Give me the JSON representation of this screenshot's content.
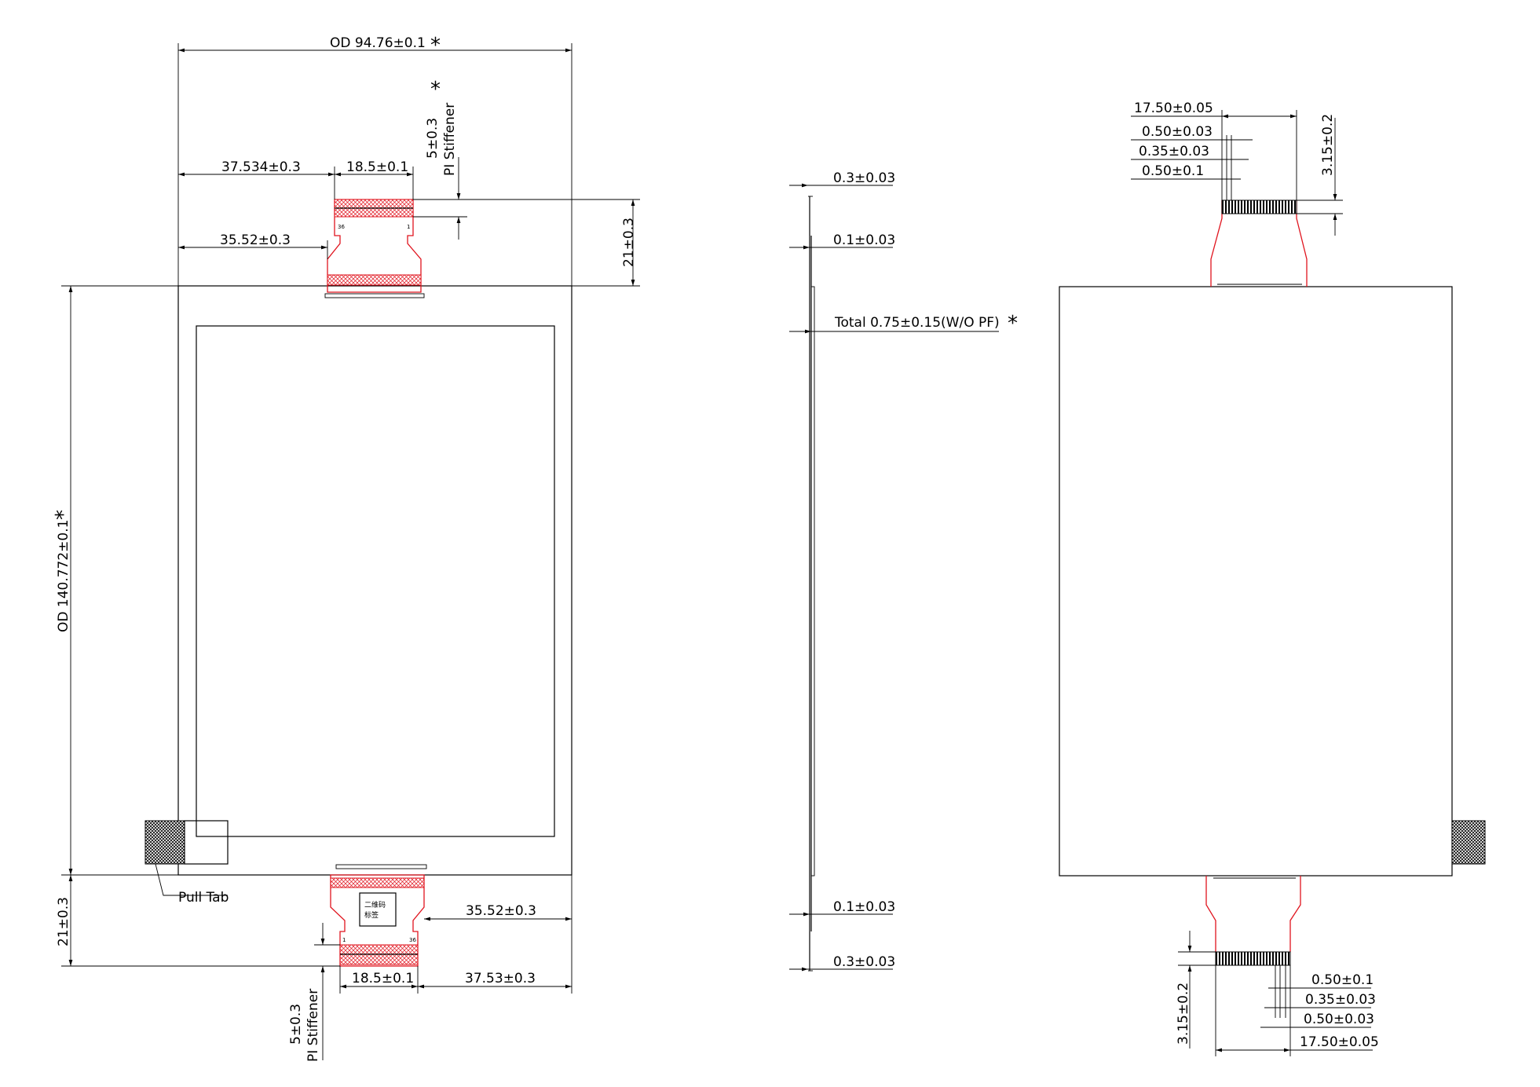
{
  "front_view": {
    "od_width": "OD 94.76±0.1",
    "od_height": "OD 140.772±0.1",
    "top_left_offset": "37.534±0.3",
    "top_fpc_width": "18.5±0.1",
    "top_stiffener_offset": "35.52±0.3",
    "top_stiffener_length": "5±0.3",
    "top_stiffener_label": "PI Stiffener",
    "top_fpc_length": "21±0.3",
    "pin_label_left": "36",
    "pin_label_right": "1",
    "pull_tab": "Pull Tab",
    "bottom_fpc_length": "21±0.3",
    "bottom_stiffener_offset": "35.52±0.3",
    "bottom_fpc_width": "18.5±0.1",
    "bottom_right_offset": "37.53±0.3",
    "bottom_stiffener_length": "5±0.3",
    "bottom_stiffener_label": "PI Stiffener",
    "bottom_pin_left": "1",
    "bottom_pin_right": "36",
    "qr_label_line1": "二维码",
    "qr_label_line2": "标签",
    "star": "*"
  },
  "side_view": {
    "top_outer": "0.3±0.03",
    "top_inner": "0.1±0.03",
    "total": "Total 0.75±0.15(W/O PF)",
    "bottom_inner": "0.1±0.03",
    "bottom_outer": "0.3±0.03",
    "star": "*"
  },
  "back_view": {
    "top_width": "17.50±0.05",
    "top_pitch_a": "0.50±0.03",
    "top_gap": "0.35±0.03",
    "top_pitch_b": "0.50±0.1",
    "top_contact_length": "3.15±0.2",
    "bottom_pitch_b": "0.50±0.1",
    "bottom_gap": "0.35±0.03",
    "bottom_pitch_a": "0.50±0.03",
    "bottom_width": "17.50±0.05",
    "bottom_contact_length": "3.15±0.2"
  }
}
